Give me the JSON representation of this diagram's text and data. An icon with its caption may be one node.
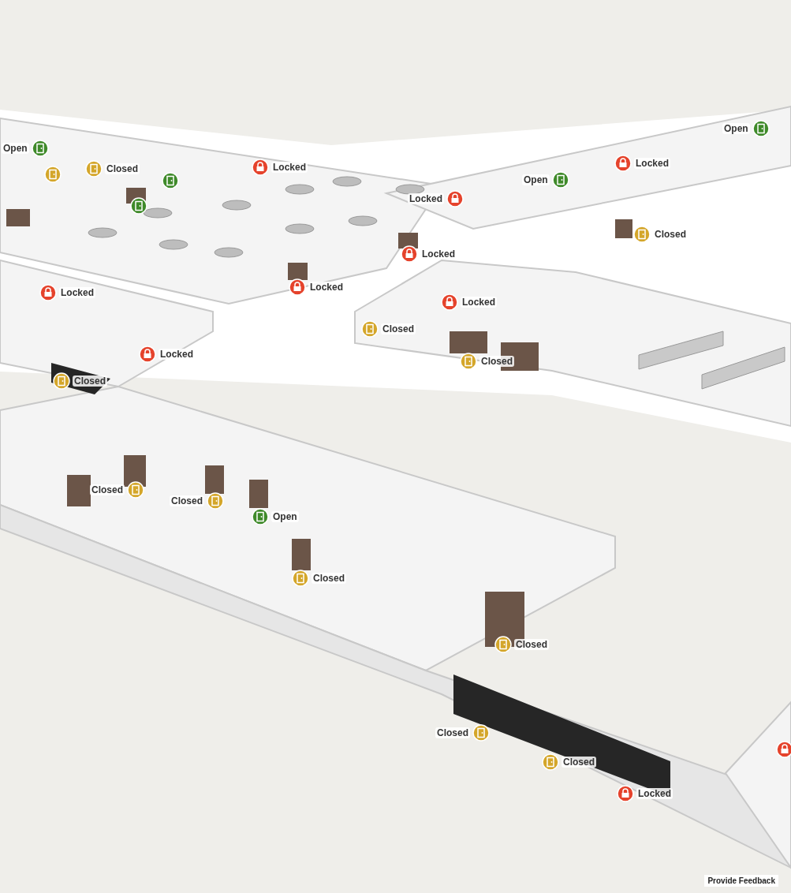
{
  "diagram": {
    "labels": [
      "Open",
      "Open",
      "Closed",
      "Locked",
      "Locked",
      "Open",
      "Locked",
      "Closed",
      "Locked",
      "Locked",
      "Locked",
      "Locked",
      "Closed",
      "Locked",
      "Closed",
      "Closed",
      "Closed",
      "Closed",
      "Open",
      "Closed",
      "Closed",
      "Closed",
      "Closed",
      "Locked",
      "Provide Feedback"
    ]
  }
}
